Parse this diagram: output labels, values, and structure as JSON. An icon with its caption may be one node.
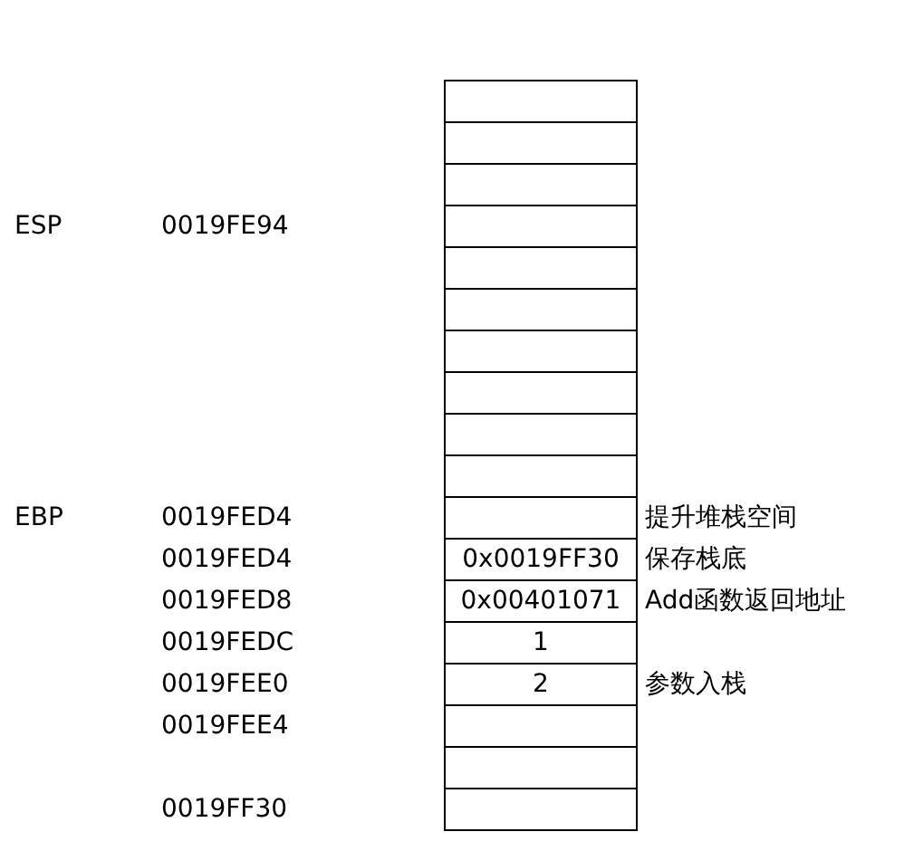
{
  "diagram": {
    "nodes": [
      {
        "text": [],
        "shape": "box"
      },
      {
        "text": [],
        "shape": "box"
      },
      {
        "text": [],
        "shape": "box"
      },
      {
        "text": [],
        "shape": "box"
      },
      {
        "text": [],
        "shape": "box"
      },
      {
        "text": [],
        "shape": "box"
      },
      {
        "text": [],
        "shape": "box"
      },
      {
        "text": [],
        "shape": "box"
      },
      {
        "text": [],
        "shape": "box"
      },
      {
        "text": [],
        "shape": "box"
      },
      {
        "text": [],
        "shape": "box",
        "beside": [
          "提升堆栈空间"
        ]
      },
      {
        "text": [
          "0x0019FF30"
        ],
        "beside": [
          "保存栈底"
        ]
      },
      {
        "text": [
          "0x00401071"
        ],
        "beside": [
          "Add函数返回地址"
        ]
      },
      {
        "text": [
          "1"
        ]
      },
      {
        "text": [
          "2"
        ],
        "beside": [
          "参数入栈"
        ]
      },
      {
        "text": [],
        "shape": "box"
      },
      {
        "text": [],
        "shape": "box"
      },
      {
        "text": [],
        "shape": "box"
      }
    ],
    "labels": [
      "ESP",
      "0019FE94",
      "EBP",
      "0019FED4",
      "0019FED4",
      "0019FED8",
      "0019FEDC",
      "0019FEE0",
      "0019FEE4",
      "0019FF30"
    ]
  }
}
